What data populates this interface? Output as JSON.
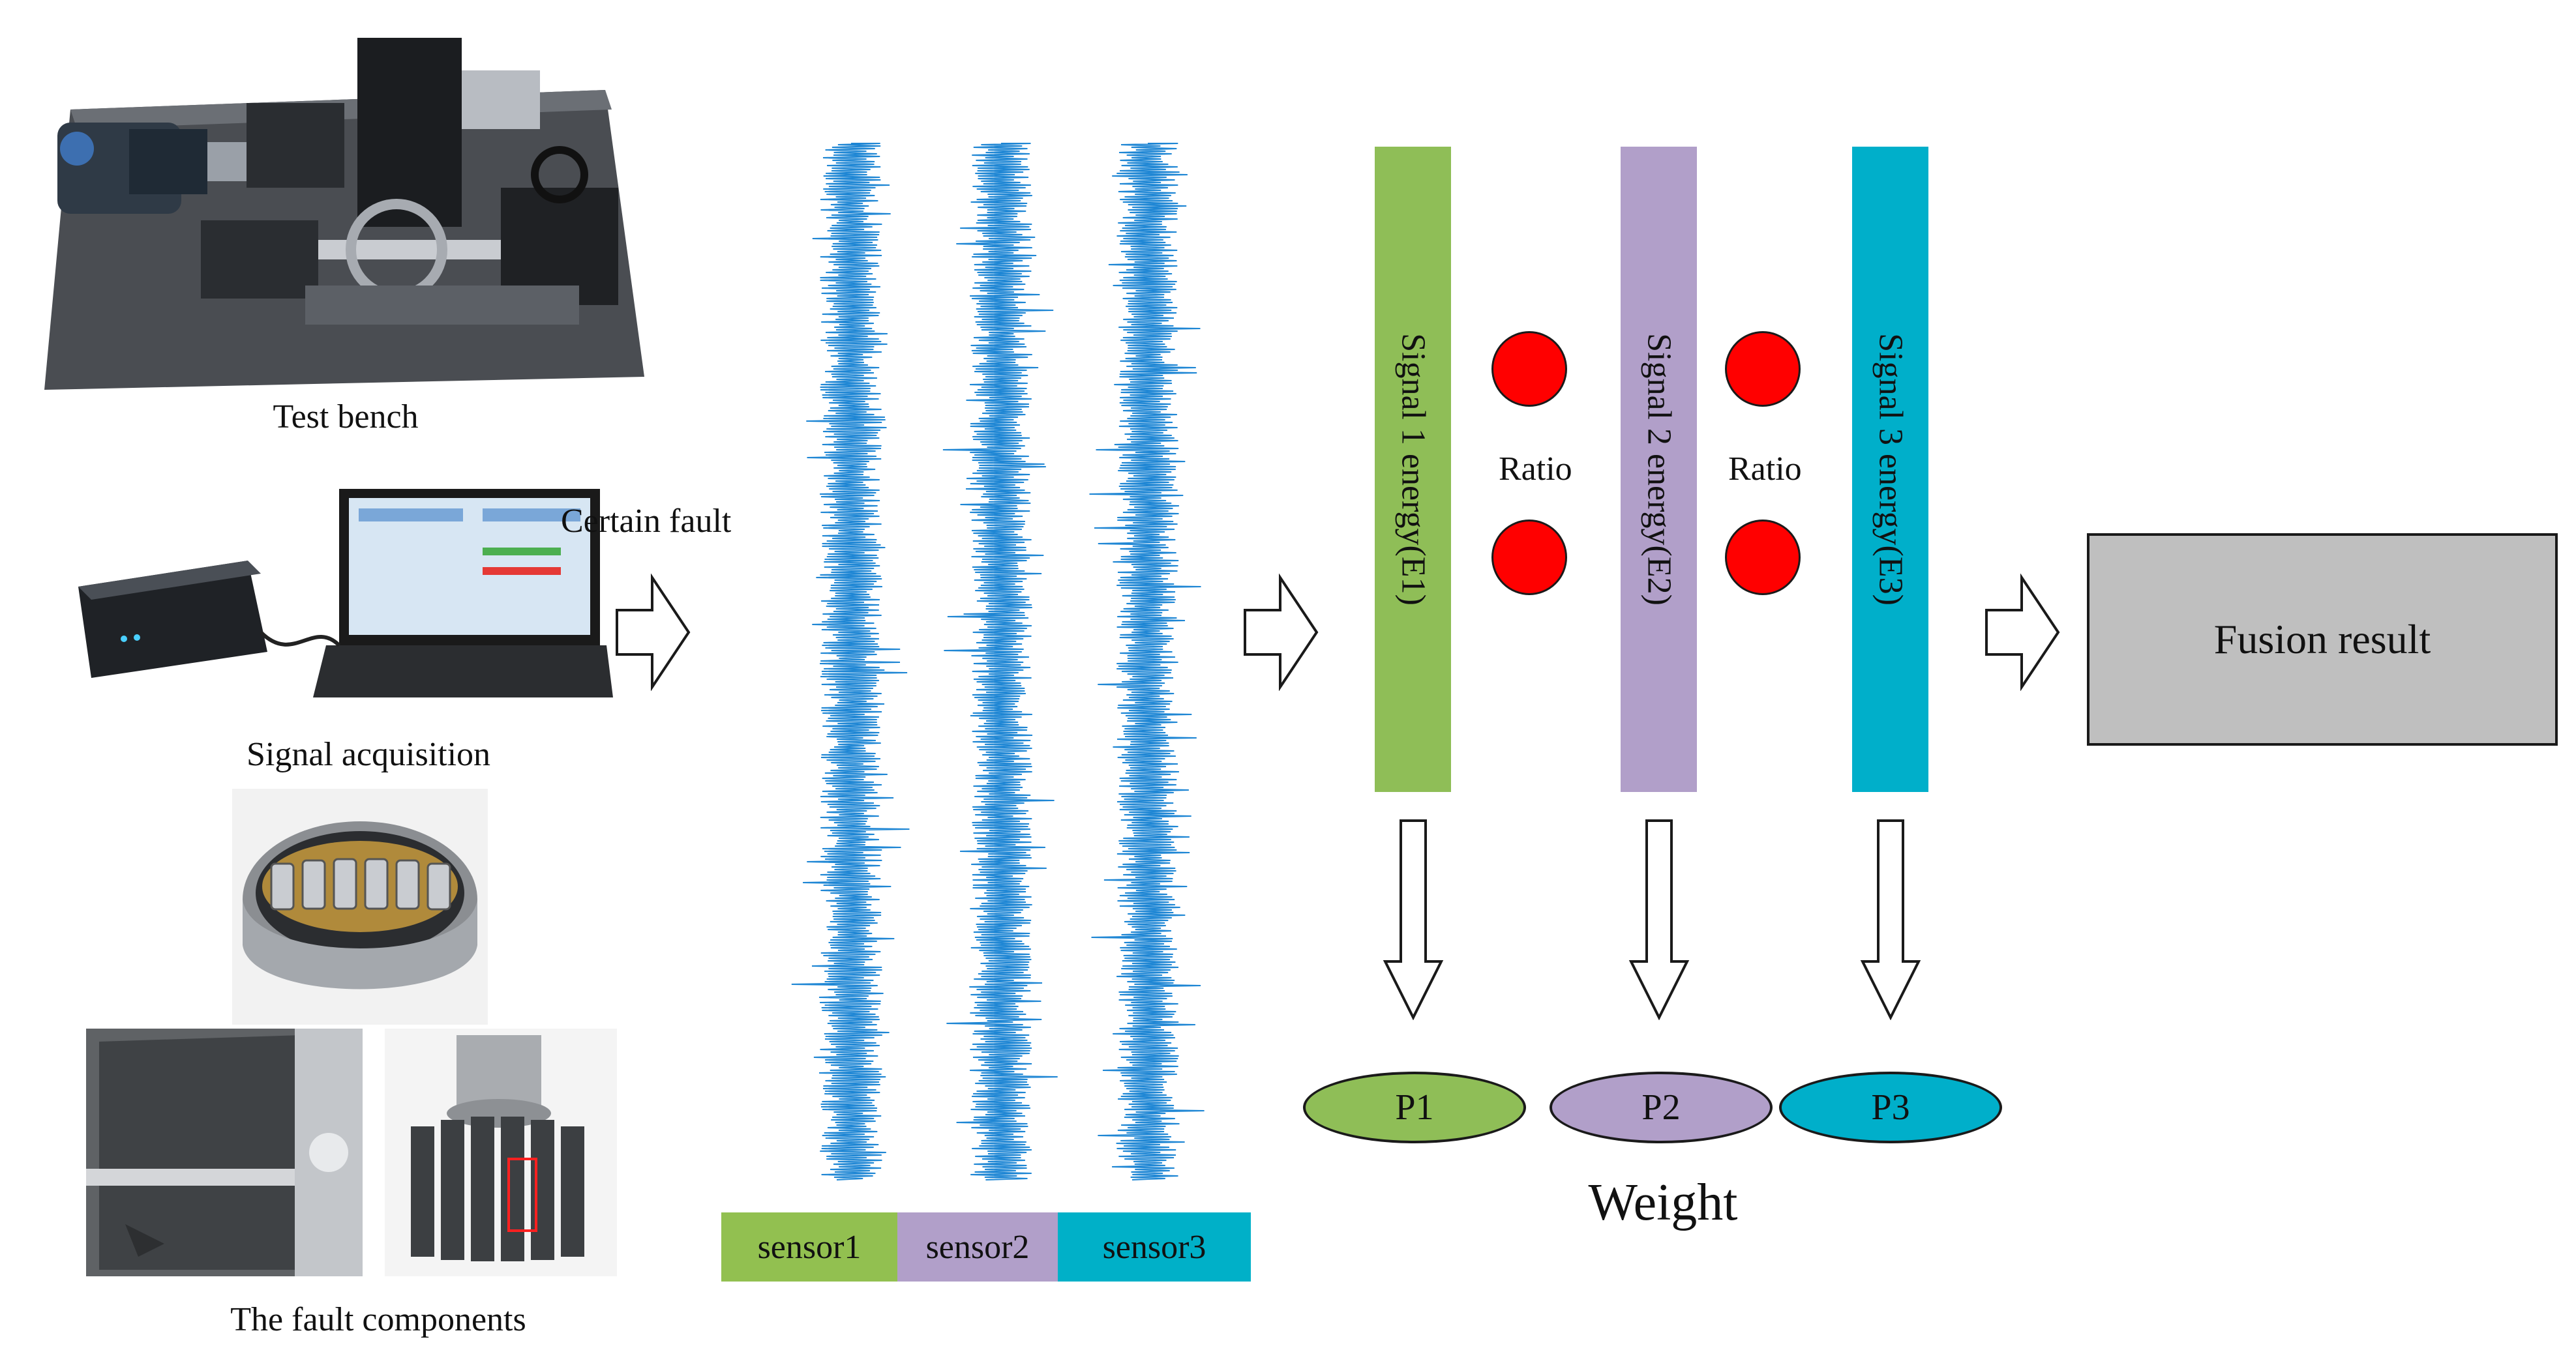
{
  "left_panel": {
    "test_bench_caption": "Test bench",
    "signal_acquisition_caption": "Signal acquisition",
    "fault_components_caption": "The fault components",
    "certain_fault_label": "Certain fault"
  },
  "sensors": [
    {
      "label": "sensor1",
      "color": "#92c050"
    },
    {
      "label": "sensor2",
      "color": "#b19fc9"
    },
    {
      "label": "sensor3",
      "color": "#00b0c8"
    }
  ],
  "waveform_color": "#1e86d4",
  "energy": {
    "bars": [
      {
        "label": "Signal 1 energy(E1)",
        "color": "#8fbe57"
      },
      {
        "label": "Signal 2 energy(E2)",
        "color": "#b19fc9"
      },
      {
        "label": "Signal 3 energy(E3)",
        "color": "#00afca"
      }
    ],
    "ratio_labels": [
      "Ratio",
      "Ratio"
    ],
    "dot_color": "#ff0000"
  },
  "weights": {
    "items": [
      {
        "label": "P1",
        "color": "#8fbe57"
      },
      {
        "label": "P2",
        "color": "#b19fc9"
      },
      {
        "label": "P3",
        "color": "#00afca"
      }
    ],
    "caption": "Weight"
  },
  "result": {
    "label": "Fusion result",
    "color": "#bfbfbf"
  }
}
